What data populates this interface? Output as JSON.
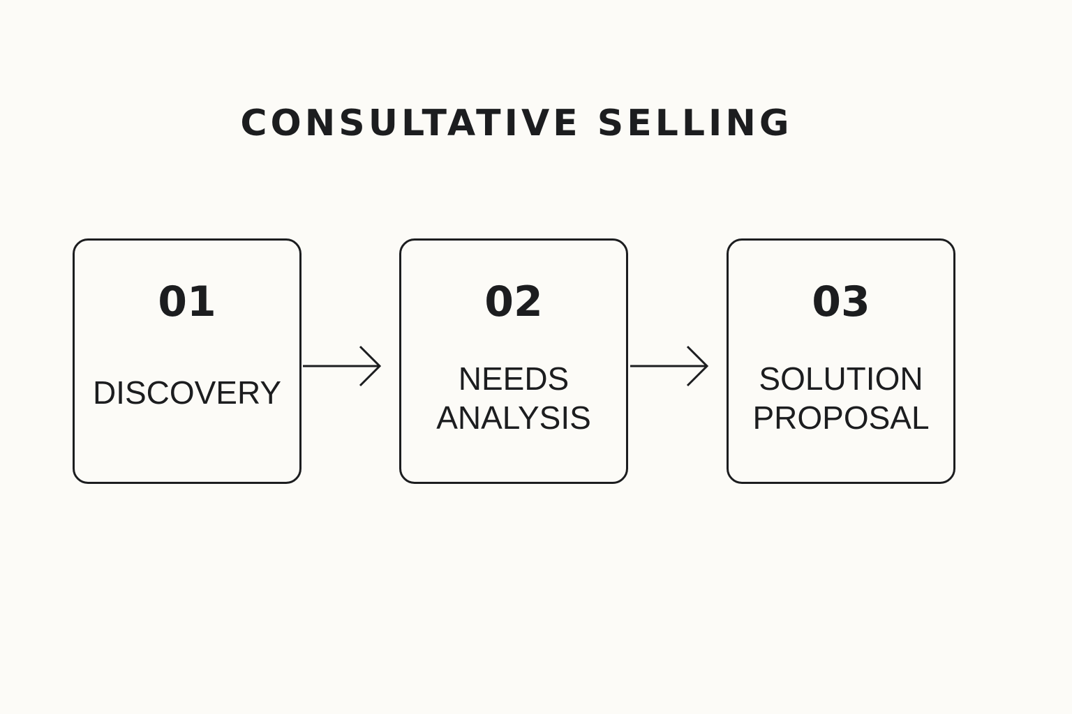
{
  "title": "CONSULTATIVE SELLING",
  "steps": [
    {
      "number": "01",
      "label": "DISCOVERY"
    },
    {
      "number": "02",
      "label": "NEEDS\nANALYSIS"
    },
    {
      "number": "03",
      "label": "SOLUTION\nPROPOSAL"
    }
  ],
  "colors": {
    "background": "#fcfbf7",
    "ink": "#1c1d1f"
  },
  "icons": {
    "connector": "arrow-right-icon"
  }
}
